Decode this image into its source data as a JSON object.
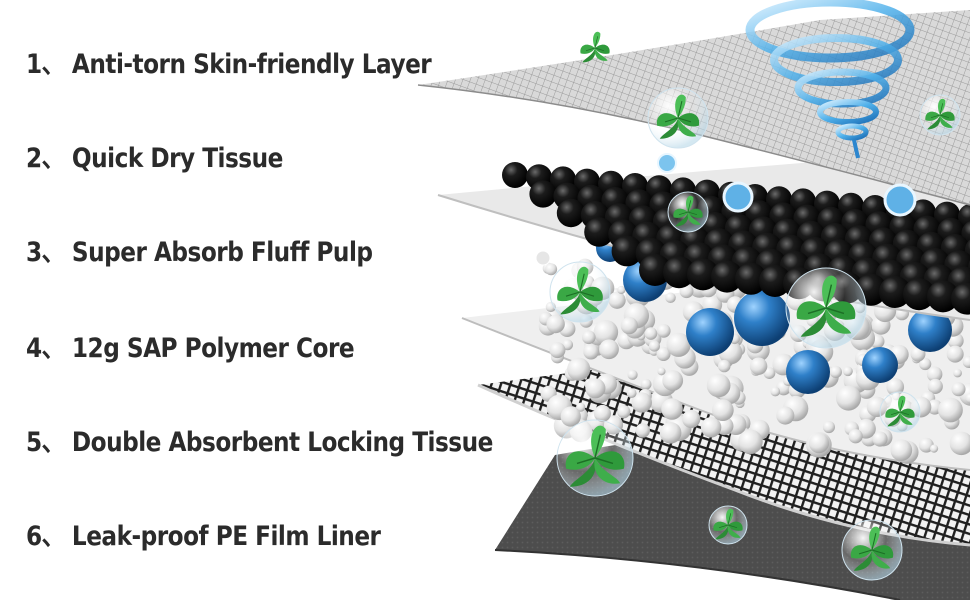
{
  "layers": [
    {
      "label": "1、 Anti-torn Skin-friendly Layer"
    },
    {
      "label": "2、 Quick Dry Tissue"
    },
    {
      "label": "3、 Super Absorb Fluff Pulp"
    },
    {
      "label": "4、 12g SAP Polymer Core"
    },
    {
      "label": "5、 Double Absorbent Locking Tissue"
    },
    {
      "label": "6、 Leak-proof PE Film Liner"
    }
  ],
  "colors": {
    "text": "#2b2b2b",
    "top_mesh": "#cfcfcf",
    "black_beads": "#111111",
    "blue_beads": "#1f6fb8",
    "white_beads": "#e6e6e6",
    "net_layer": "#2a2a2a",
    "bottom_film": "#4a4a4a",
    "mint": "#3aa845",
    "swirl": "#56b3e8"
  },
  "icons": [
    "swirl-icon",
    "mint-leaf-icon",
    "bubble-icon"
  ]
}
